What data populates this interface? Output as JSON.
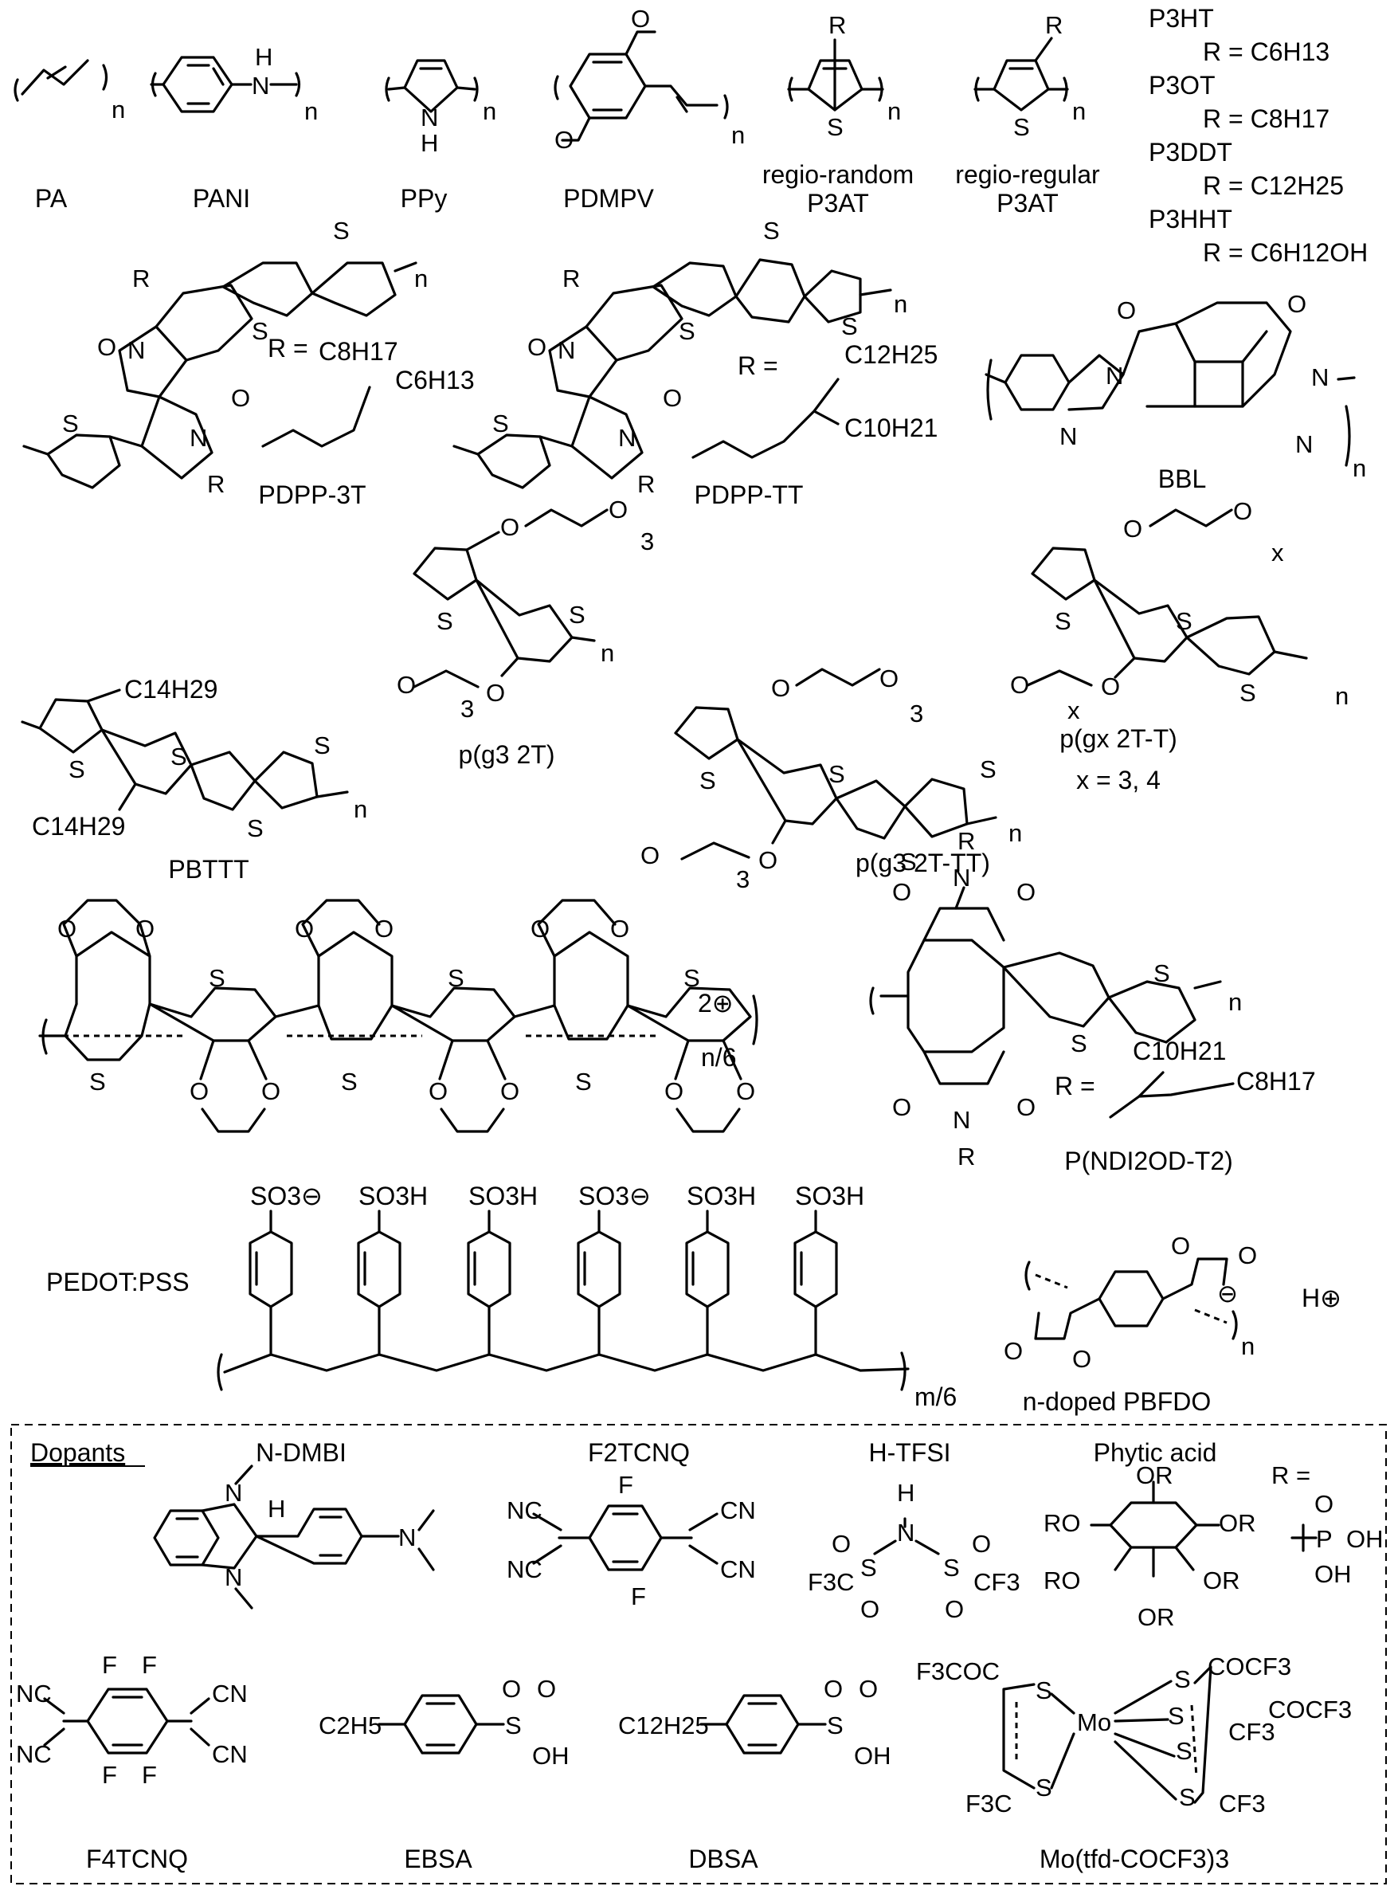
{
  "row1": [
    {
      "id": "pa",
      "name": "PA"
    },
    {
      "id": "pani",
      "name": "PANI"
    },
    {
      "id": "ppy",
      "name": "PPy"
    },
    {
      "id": "pdmpv",
      "name": "PDMPV"
    },
    {
      "id": "rra1",
      "name": "regio-random"
    },
    {
      "id": "rra2",
      "name": "P3AT"
    },
    {
      "id": "rrg1",
      "name": "regio-regular"
    },
    {
      "id": "rrg2",
      "name": "P3AT"
    }
  ],
  "p3at_list": [
    {
      "name": "P3HT",
      "r": "R = C6H13"
    },
    {
      "name": "P3OT",
      "r": "R = C8H17"
    },
    {
      "name": "P3DDT",
      "r": "R = C12H25"
    },
    {
      "name": "P3HHT",
      "r": "R = C6H12OH"
    }
  ],
  "row2": {
    "pdpp3t": "PDPP-3T",
    "pdpp3t_r": "R =",
    "pdpp3t_c8": "C8H17",
    "pdpp3t_c6": "C6H13",
    "pdpptt": "PDPP-TT",
    "pdpptt_r": "R =",
    "pdpptt_c12": "C12H25",
    "pdpptt_c10": "C10H21",
    "bbl": "BBL"
  },
  "row3": {
    "pbttt": "PBTTT",
    "c14a": "C14H29",
    "c14b": "C14H29",
    "pg32t": "p(g3 2T)",
    "pg32ttt": "p(g3 2T-TT)",
    "pgx2tt": "p(gx 2T-T)",
    "x_values": "x = 3, 4"
  },
  "row4": {
    "pedot_charge": "2⊕",
    "pedot_rep": "n/6",
    "ndi_r": "R =",
    "ndi_c10": "C10H21",
    "ndi_c8": "C8H17",
    "ndi_name": "P(NDI2OD-T2)",
    "pedotpss": "PEDOT:PSS",
    "pss_rep": "m/6",
    "so3_minus": "SO3⊖",
    "so3h": "SO3H",
    "pbfdo": "n-doped PBFDO",
    "h_plus": "H⊕"
  },
  "dopants": {
    "header": "Dopants",
    "items": [
      {
        "id": "ndmbi",
        "name": "N-DMBI"
      },
      {
        "id": "f2tcnq",
        "name": "F2TCNQ"
      },
      {
        "id": "htfsi",
        "name": "H-TFSI"
      },
      {
        "id": "phytic",
        "name": "Phytic acid"
      },
      {
        "id": "f4tcnq",
        "name": "F4TCNQ"
      },
      {
        "id": "ebsa",
        "name": "EBSA"
      },
      {
        "id": "dbsa",
        "name": "DBSA"
      },
      {
        "id": "motfd",
        "name": "Mo(tfd-COCF3)3"
      }
    ]
  }
}
